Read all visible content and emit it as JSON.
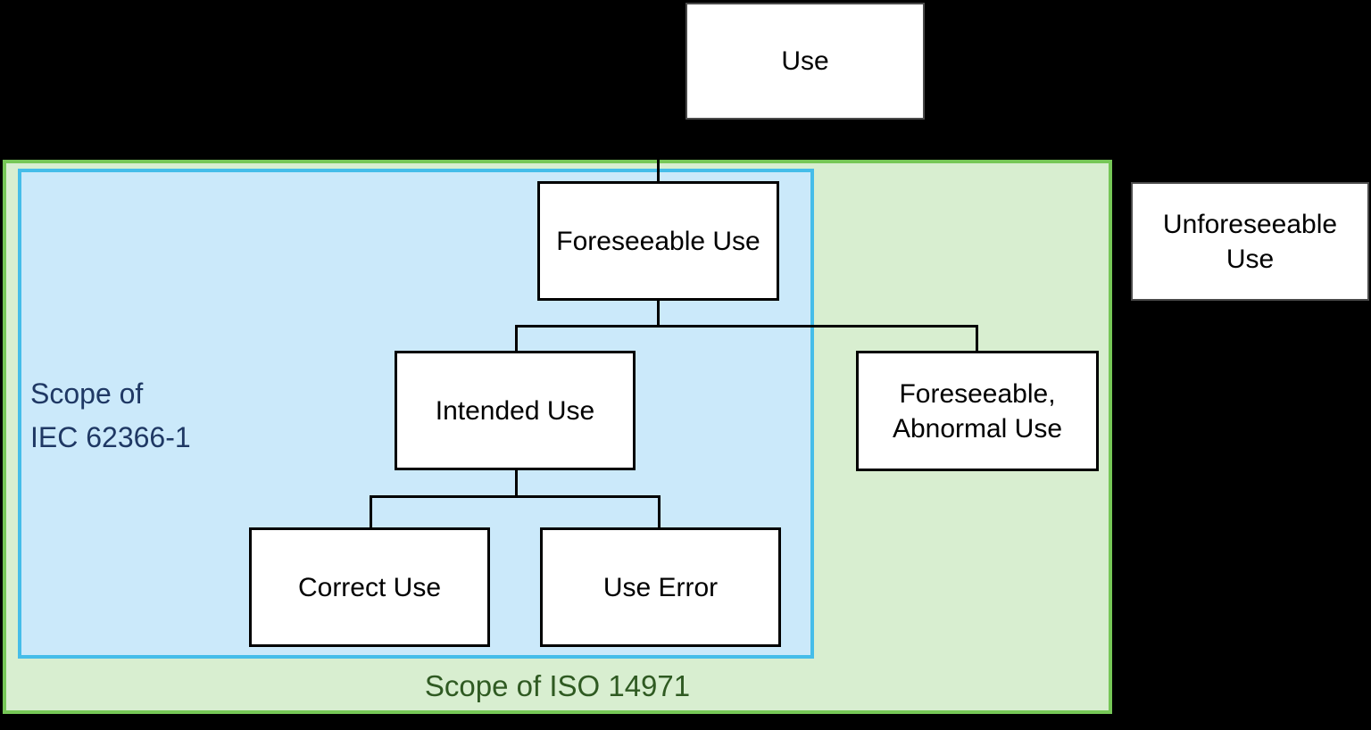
{
  "diagram_type": "use-classification-tree",
  "nodes": {
    "use": {
      "label": "Use"
    },
    "foreseeable_use": {
      "label": "Foreseeable Use"
    },
    "intended_use": {
      "label": "Intended Use"
    },
    "correct_use": {
      "label": "Correct Use"
    },
    "use_error": {
      "label": "Use Error"
    },
    "foreseeable_abnormal_use": {
      "label": "Foreseeable,\nAbnormal Use"
    },
    "unforeseeable_use": {
      "label": "Unforeseeable\nUse"
    }
  },
  "edges": [
    {
      "from": "use",
      "to": "foreseeable_use"
    },
    {
      "from": "foreseeable_use",
      "to": "intended_use"
    },
    {
      "from": "foreseeable_use",
      "to": "foreseeable_abnormal_use"
    },
    {
      "from": "intended_use",
      "to": "correct_use"
    },
    {
      "from": "intended_use",
      "to": "use_error"
    }
  ],
  "scopes": {
    "iec_62366_1": {
      "label": "Scope of\nIEC 62366-1",
      "fill": "#cbe9fa",
      "border": "#45bde9",
      "text_color": "#1f3864"
    },
    "iso_14971": {
      "label": "Scope of ISO 14971",
      "fill": "#d8eed0",
      "border": "#76c757",
      "text_color": "#2f5a22"
    }
  },
  "colors": {
    "background": "#000000",
    "node_fill": "#ffffff",
    "node_border": "#000000",
    "outer_node_border": "#4a4a4a",
    "connector": "#000000",
    "node_text": "#000000"
  }
}
